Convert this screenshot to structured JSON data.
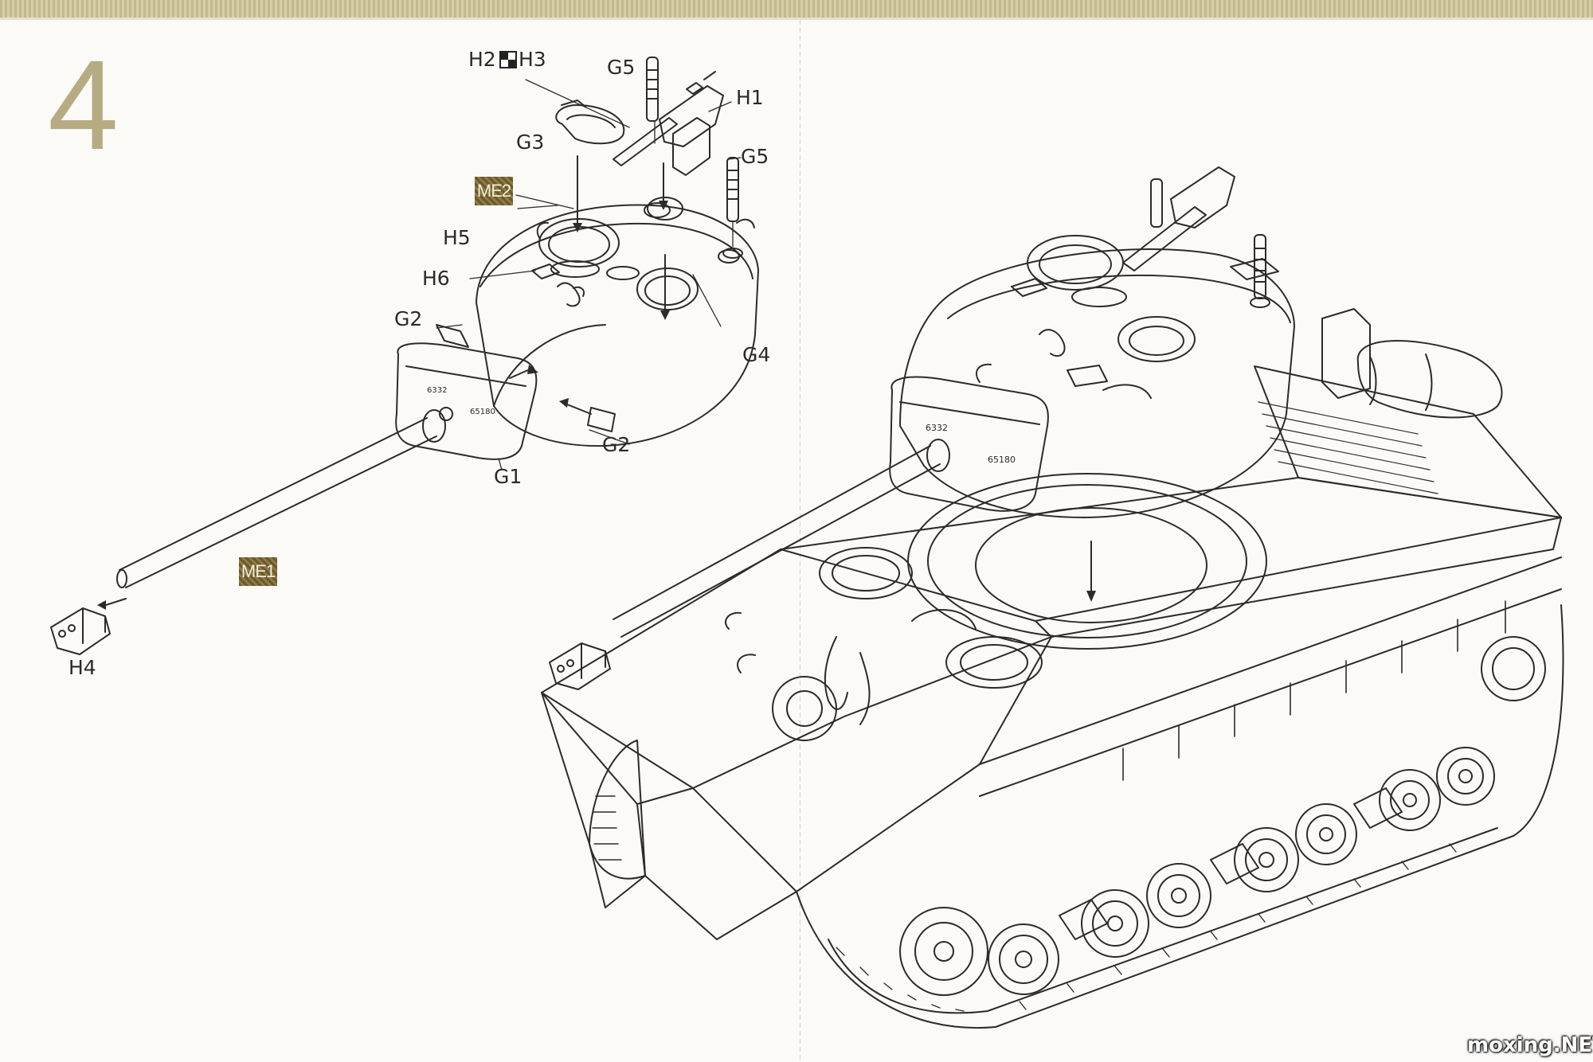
{
  "step": {
    "number": "4",
    "accent_color": "#b6ab82"
  },
  "labels": {
    "h2": "H2",
    "h3": "H3",
    "g5_top": "G5",
    "h1": "H1",
    "g3": "G3",
    "g5_right": "G5",
    "me2": "ME2",
    "h5": "H5",
    "h6": "H6",
    "g2_left": "G2",
    "g4": "G4",
    "g2_right": "G2",
    "g1": "G1",
    "me1": "ME1",
    "h4": "H4"
  },
  "markings": {
    "mantlet_number": "6332",
    "mantlet_serial": "65180"
  },
  "icons": {
    "connector": "part-pair-icon",
    "badge_color": "#7c6a38"
  },
  "watermark": "moxing.NET"
}
